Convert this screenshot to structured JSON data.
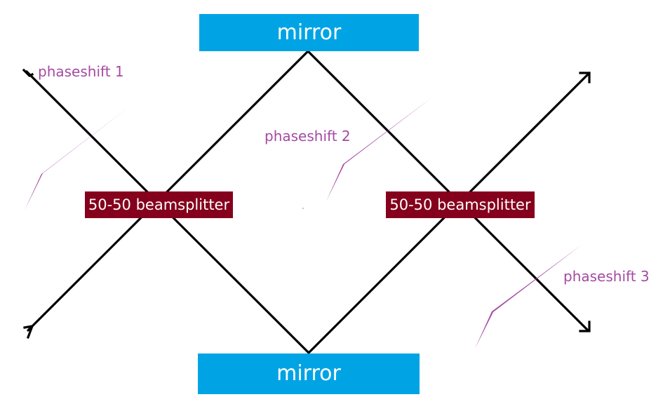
{
  "colors": {
    "mirror": "#00a4e4",
    "beamsplitter": "#85001c",
    "phaseshift": "#a54aa2",
    "beam": "#000000"
  },
  "mirrors": {
    "top_label": "mirror",
    "bottom_label": "mirror"
  },
  "beamsplitters": {
    "left_label": "50-50 beamsplitter",
    "right_label": "50-50 beamsplitter"
  },
  "phaseshifts": {
    "first_label": "phaseshift 1",
    "second_label": "phaseshift 2",
    "third_label": "phaseshift 3"
  }
}
